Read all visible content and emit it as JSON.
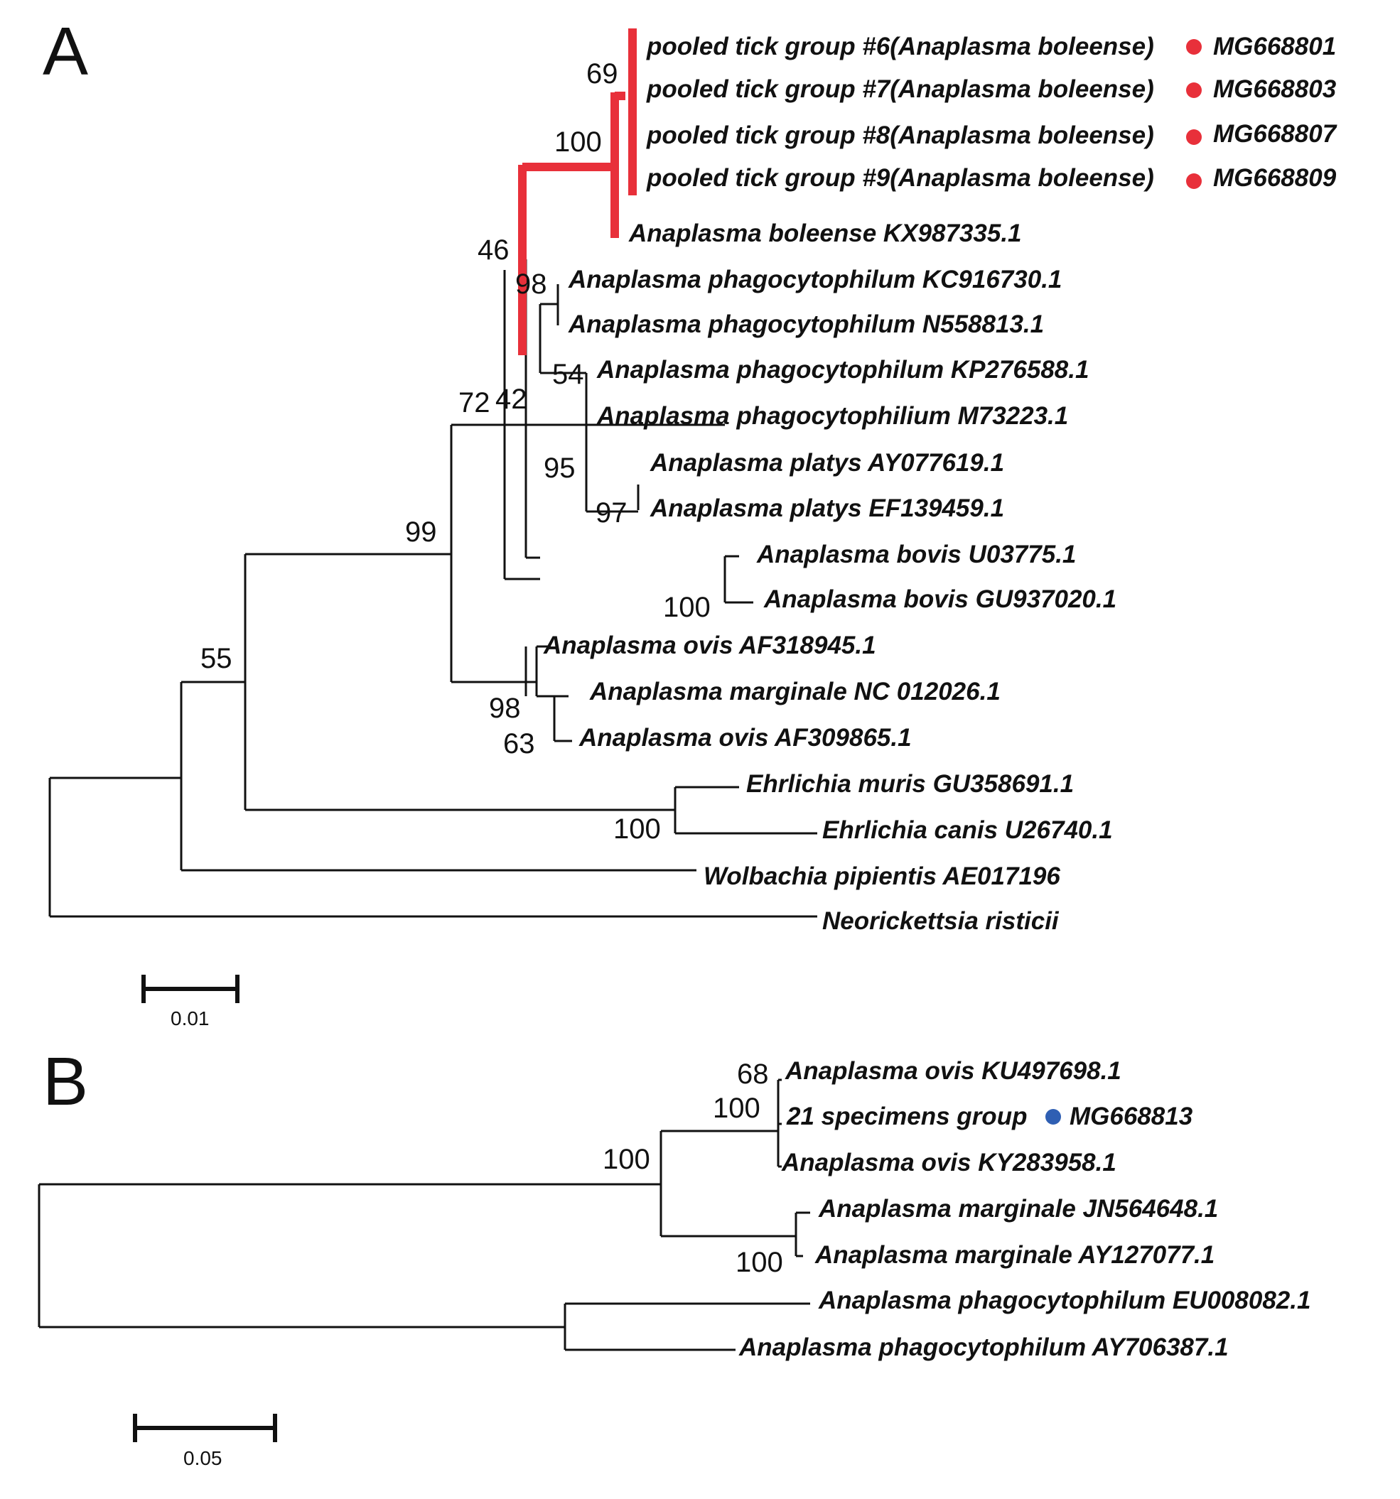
{
  "colors": {
    "highlight": "#e8303a",
    "marker_red": "#e8303a",
    "marker_blue": "#2f5fb3",
    "line": "#111111"
  },
  "panel_a": {
    "label": "A",
    "scale_label": "0.01",
    "taxa": [
      {
        "name": "pooled tick group #6(Anaplasma boleense)",
        "accession": "MG668801",
        "marker": "red"
      },
      {
        "name": "pooled tick group #7(Anaplasma boleense)",
        "accession": "MG668803",
        "marker": "red"
      },
      {
        "name": "pooled tick group #8(Anaplasma boleense)",
        "accession": "MG668807",
        "marker": "red"
      },
      {
        "name": "pooled tick group #9(Anaplasma boleense)",
        "accession": "MG668809",
        "marker": "red"
      },
      {
        "name": "Anaplasma boleense KX987335.1"
      },
      {
        "name": "Anaplasma phagocytophilum KC916730.1"
      },
      {
        "name": "Anaplasma phagocytophilum N558813.1"
      },
      {
        "name": "Anaplasma phagocytophilum KP276588.1"
      },
      {
        "name": "Anaplasma phagocytophilium M73223.1"
      },
      {
        "name": "Anaplasma platys AY077619.1"
      },
      {
        "name": "Anaplasma platys EF139459.1"
      },
      {
        "name": "Anaplasma bovis U03775.1"
      },
      {
        "name": "Anaplasma bovis GU937020.1"
      },
      {
        "name": "Anaplasma ovis AF318945.1"
      },
      {
        "name": "Anaplasma marginale NC 012026.1"
      },
      {
        "name": "Anaplasma ovis AF309865.1"
      },
      {
        "name": "Ehrlichia muris GU358691.1"
      },
      {
        "name": "Ehrlichia canis U26740.1"
      },
      {
        "name": "Wolbachia pipientis AE017196"
      },
      {
        "name": "Neorickettsia risticii"
      }
    ],
    "supports": [
      "69",
      "100",
      "46",
      "98",
      "54",
      "72",
      "42",
      "95",
      "97",
      "99",
      "100",
      "55",
      "98",
      "63",
      "100"
    ]
  },
  "panel_b": {
    "label": "B",
    "scale_label": "0.05",
    "taxa": [
      {
        "name": "Anaplasma ovis KU497698.1"
      },
      {
        "name": "21 specimens group",
        "accession": "MG668813",
        "marker": "blue"
      },
      {
        "name": "Anaplasma ovis KY283958.1"
      },
      {
        "name": "Anaplasma marginale JN564648.1"
      },
      {
        "name": "Anaplasma marginale AY127077.1"
      },
      {
        "name": "Anaplasma phagocytophilum EU008082.1"
      },
      {
        "name": "Anaplasma phagocytophilum AY706387.1"
      }
    ],
    "supports": [
      "68",
      "100",
      "100",
      "100"
    ]
  }
}
